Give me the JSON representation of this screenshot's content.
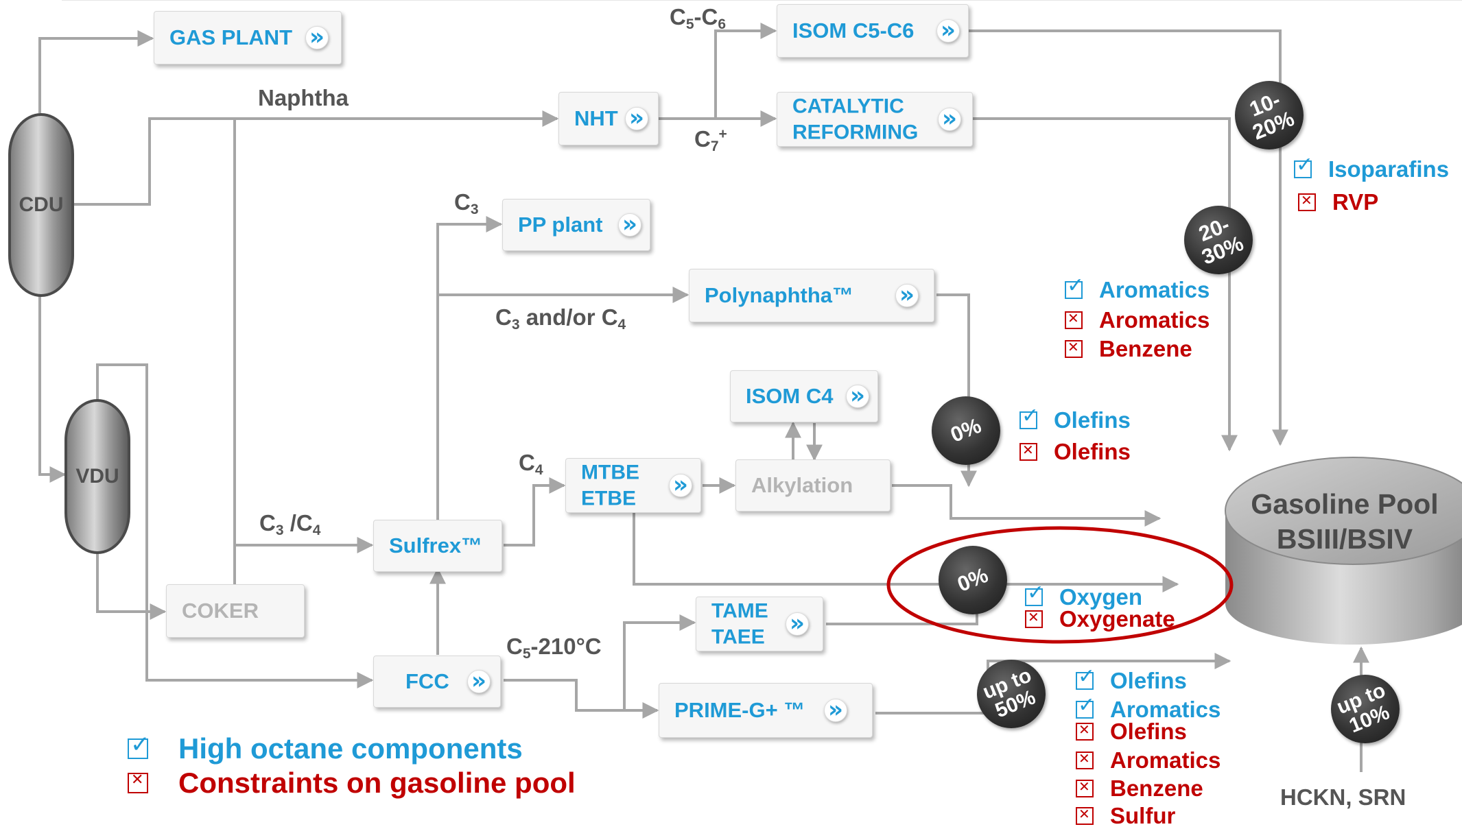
{
  "units": {
    "gas_plant": "GAS PLANT",
    "nht": "NHT",
    "isom_c5c6": "ISOM C5-C6",
    "catalytic_reforming": "CATALYTIC\nREFORMING",
    "pp_plant": "PP plant",
    "polynaphtha": "Polynaphtha™",
    "isom_c4": "ISOM C4",
    "alkylation": "Alkylation",
    "mtbe_etbe": "MTBE\nETBE",
    "sulfrex": "Sulfrex™",
    "coker": "COKER",
    "tame_taee": "TAME\nTAEE",
    "fcc": "FCC",
    "prime_g": "PRIME-G+ ™"
  },
  "vessels": {
    "cdu": "CDU",
    "vdu": "VDU"
  },
  "streams": {
    "naphtha": "Naphtha",
    "c5_c6": {
      "a": "C",
      "a_sub": "5",
      "mid": "-C",
      "b_sub": "6"
    },
    "c7_plus": {
      "a": "C",
      "sub": "7",
      "sup": "+"
    },
    "c3": {
      "a": "C",
      "sub": "3"
    },
    "c3_c4_and_or": {
      "a": "C",
      "a_sub": "3",
      "mid": " and/or C",
      "b_sub": "4"
    },
    "c4": {
      "a": "C",
      "sub": "4"
    },
    "c3_c4": {
      "a": "C",
      "a_sub": "3",
      "mid": " /C",
      "b_sub": "4"
    },
    "c5_210": {
      "a": "C",
      "sub": "5",
      "rest": "-210°C"
    },
    "hckn_srn": "HCKN, SRN"
  },
  "badges": {
    "isom_share": "10-\n20%",
    "reforming_share": "20-\n30%",
    "poly_share": "0%",
    "oxygenate_share": "0%",
    "fcc_share": "up to\n50%",
    "hckn_share": "up to\n10%"
  },
  "pool": {
    "line1": "Gasoline Pool",
    "line2": "BSIII/BSIV"
  },
  "checklists": {
    "isom": [
      {
        "kind": "good",
        "text": "Isoparafins"
      },
      {
        "kind": "bad",
        "text": "RVP"
      }
    ],
    "reforming": [
      {
        "kind": "good",
        "text": "Aromatics"
      },
      {
        "kind": "bad",
        "text": "Aromatics"
      },
      {
        "kind": "bad",
        "text": "Benzene"
      }
    ],
    "poly": [
      {
        "kind": "good",
        "text": "Olefins"
      },
      {
        "kind": "bad",
        "text": "Olefins"
      }
    ],
    "oxy": [
      {
        "kind": "good",
        "text": "Oxygen"
      },
      {
        "kind": "bad",
        "text": "Oxygenate"
      }
    ],
    "fcc": [
      {
        "kind": "good",
        "text": "Olefins"
      },
      {
        "kind": "good",
        "text": "Aromatics"
      },
      {
        "kind": "bad",
        "text": "Olefins"
      },
      {
        "kind": "bad",
        "text": "Aromatics"
      },
      {
        "kind": "bad",
        "text": "Benzene"
      },
      {
        "kind": "bad",
        "text": "Sulfur"
      }
    ]
  },
  "legend": {
    "good": "High octane components",
    "bad": "Constraints on gasoline pool"
  },
  "colors": {
    "accent_blue": "#1f9ad6",
    "constraint_red": "#c00000",
    "line_gray": "#a6a6a6",
    "highlight_ellipse": "#c00000"
  }
}
